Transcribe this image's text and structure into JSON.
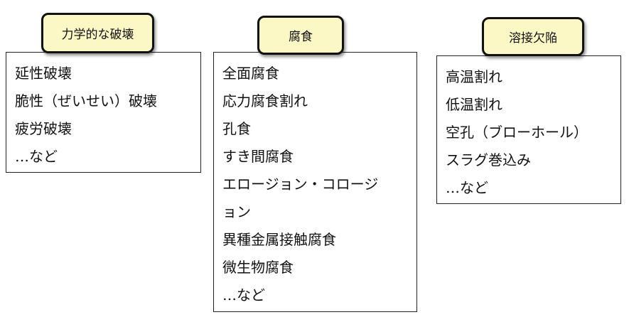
{
  "groups": [
    {
      "title": "力学的な破壊",
      "items": [
        "延性破壊",
        "脆性（ぜいせい）破壊",
        "疲労破壊",
        "…など"
      ]
    },
    {
      "title": "腐食",
      "items": [
        "全面腐食",
        "応力腐食割れ",
        "孔食",
        "すき間腐食",
        "エロージョン・コロージ",
        "ョン",
        "異種金属接触腐食",
        "微生物腐食",
        "…など"
      ]
    },
    {
      "title": "溶接欠陥",
      "items": [
        "高温割れ",
        "低温割れ",
        "空孔（ブローホール）",
        "スラグ巻込み",
        "…など"
      ]
    }
  ]
}
